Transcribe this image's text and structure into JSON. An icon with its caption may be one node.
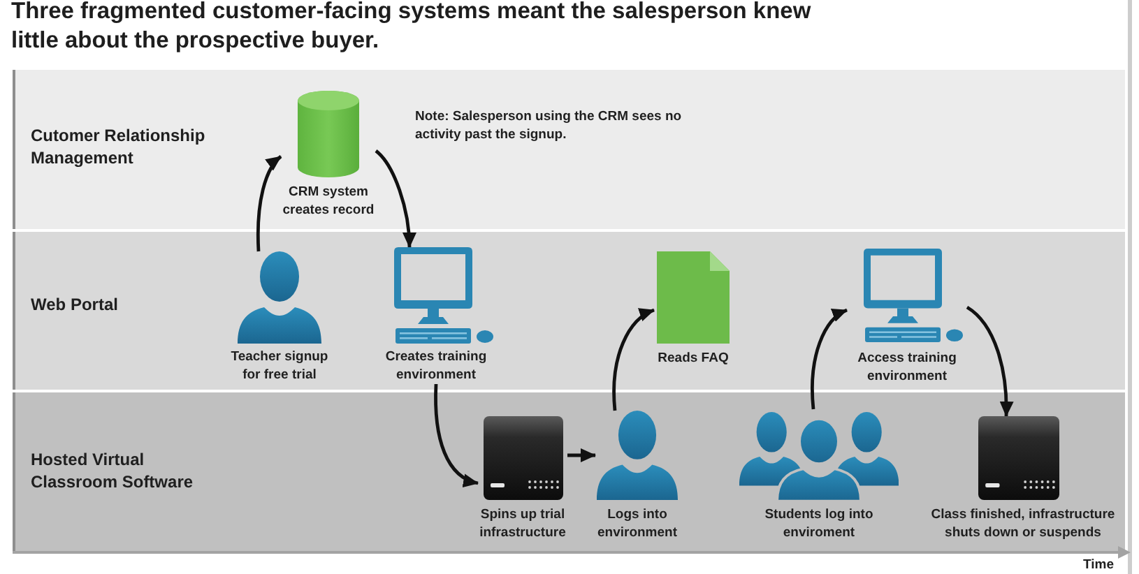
{
  "diagram": {
    "title": "Three fragmented customer-facing systems meant the salesperson knew little about the prospective buyer.",
    "nodes": [
      {
        "text": [
          "Cutomer Relationship Management"
        ]
      },
      {
        "text": [
          "CRM system creates record"
        ],
        "in": 0
      },
      {
        "text": [
          "Web Portal"
        ]
      },
      {
        "text": [
          "Teacher signup for free trial"
        ],
        "in": 2
      },
      {
        "text": [
          "Creates training environment"
        ],
        "in": 2
      },
      {
        "text": [
          "Reads FAQ"
        ],
        "in": 2
      },
      {
        "text": [
          "Access training environment"
        ],
        "in": 2
      },
      {
        "text": [
          "Hosted Virtual Classroom Software"
        ]
      },
      {
        "text": [
          "Spins up trial infrastructure"
        ],
        "in": 7
      },
      {
        "text": [
          "Logs into environment"
        ],
        "in": 7
      },
      {
        "text": [
          "Students log into enviroment"
        ],
        "in": 7
      },
      {
        "text": [
          "Class finished, infrastructure shuts down or suspends"
        ],
        "in": 7
      }
    ],
    "edges": [
      {
        "from": 3,
        "to": 1,
        "arrow": "to"
      },
      {
        "from": 1,
        "to": 4,
        "arrow": "to"
      },
      {
        "from": 4,
        "to": 8,
        "arrow": "to"
      },
      {
        "from": 8,
        "to": 9,
        "arrow": "to"
      },
      {
        "from": 9,
        "to": 5,
        "arrow": "to"
      },
      {
        "from": 10,
        "to": 6,
        "arrow": "to"
      },
      {
        "from": 6,
        "to": 11,
        "arrow": "to"
      }
    ],
    "labels": [
      "Note: Salesperson using the CRM sees no activity past the signup.",
      "Time"
    ]
  }
}
